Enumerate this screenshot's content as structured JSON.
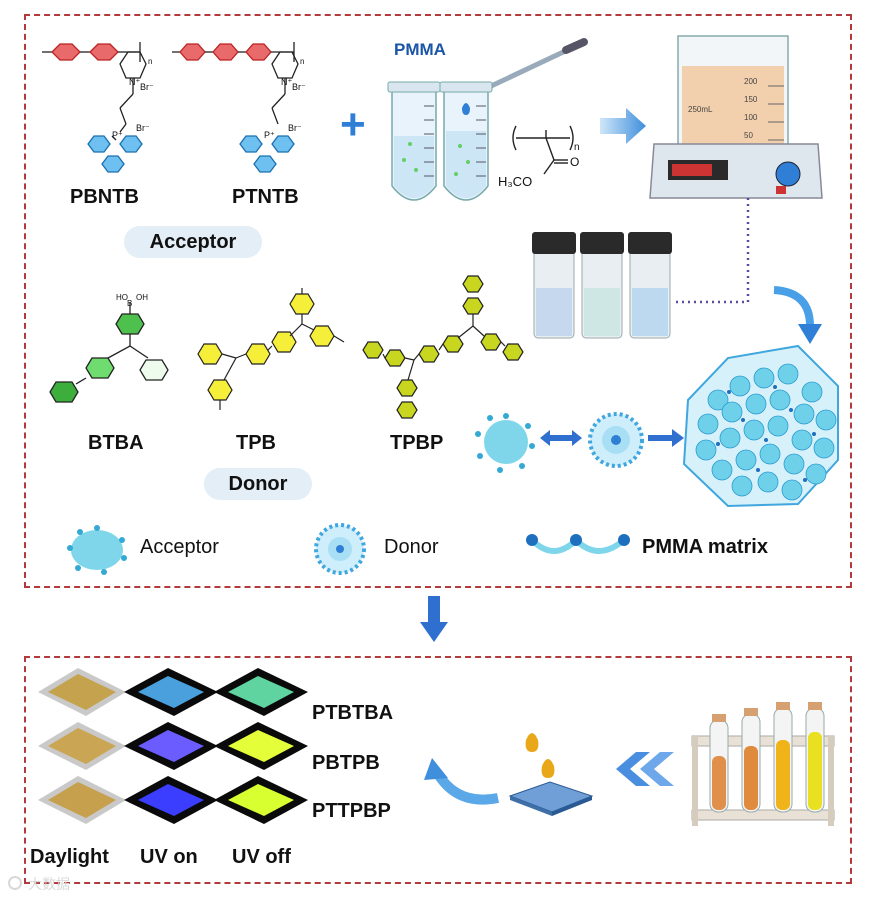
{
  "top_panel": {
    "pmma_title": "PMMA",
    "acceptors": [
      "PBNTB",
      "PTNTB"
    ],
    "acceptor_group_label": "Acceptor",
    "donors": [
      "BTBA",
      "TPB",
      "TPBP"
    ],
    "donor_group_label": "Donor",
    "chem": {
      "br_minus_1": "Br⁻",
      "br_minus_2": "Br⁻",
      "n_plus": "N⁺",
      "p_plus": "P⁺",
      "sub_n": "n",
      "boronic_b": "B",
      "boronic_oh": "OH",
      "boronic_ho": "HO",
      "methyl_ester": "H₃CO",
      "carbonyl_o": "O",
      "beaker_volume": "250mL",
      "beaker_ticks": [
        "200",
        "150",
        "100",
        "50"
      ]
    },
    "legend": {
      "acceptor": "Acceptor",
      "donor": "Donor",
      "matrix": "PMMA matrix"
    }
  },
  "bottom_panel": {
    "samples": [
      "PTBTBA",
      "PBTPB",
      "PTTPBP"
    ],
    "conditions": [
      "Daylight",
      "UV on",
      "UV off"
    ],
    "watermark": "大数据"
  },
  "colors": {
    "frame": "#b33a3a",
    "arrow_blue": "#2f7fd6",
    "uv_on_tiles": [
      "#4aa0dc",
      "#6a5cff",
      "#3b3dff"
    ],
    "uv_off_tiles": [
      "#5fd3a0",
      "#e4ff3a",
      "#d8ff30"
    ],
    "daylight_tile": "#c4a24e"
  }
}
